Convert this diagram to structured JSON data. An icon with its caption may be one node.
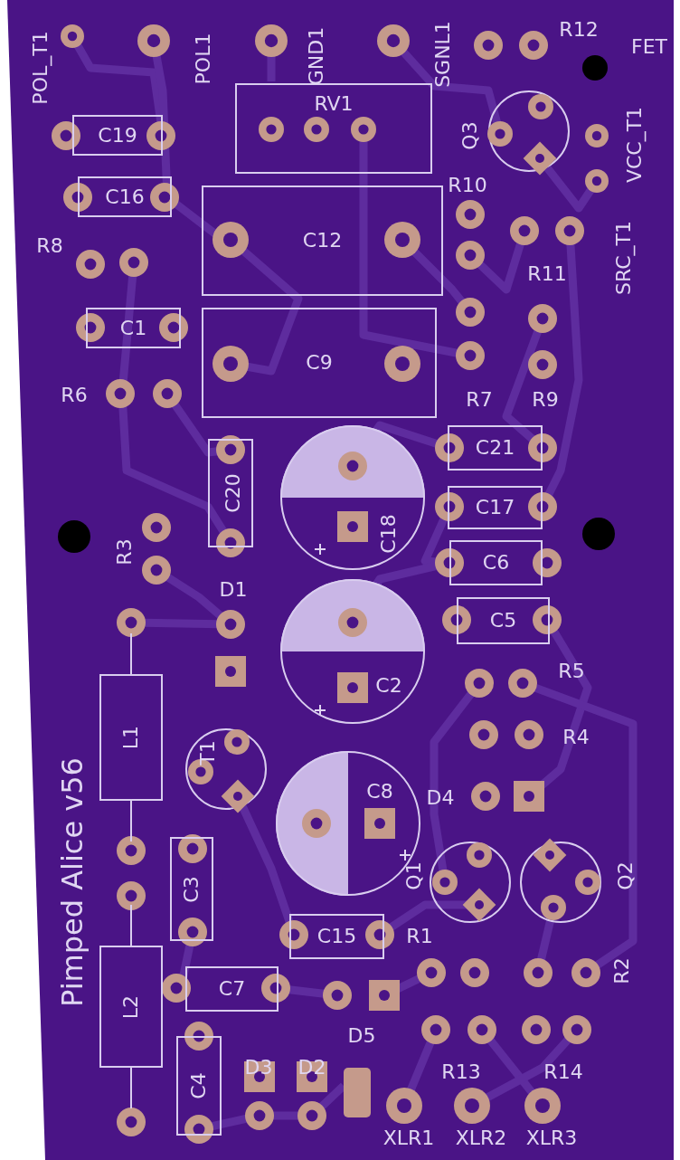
{
  "diagram": {
    "nodes": [
      {
        "text": [
          "RV1"
        ]
      },
      {
        "text": [
          "C19"
        ]
      },
      {
        "text": [
          "C16"
        ]
      },
      {
        "text": [
          "C12"
        ]
      },
      {
        "text": [
          "C1"
        ]
      },
      {
        "text": [
          "C9"
        ]
      },
      {
        "text": [
          "C21"
        ]
      },
      {
        "text": [
          "C20"
        ]
      },
      {
        "text": [
          "C18"
        ]
      },
      {
        "text": [
          "C17"
        ]
      },
      {
        "text": [
          "C6"
        ]
      },
      {
        "text": [
          "C5"
        ]
      },
      {
        "text": [
          "C2"
        ]
      },
      {
        "text": [
          "L1"
        ]
      },
      {
        "text": [
          "C8"
        ]
      },
      {
        "text": [
          "C3"
        ]
      },
      {
        "text": [
          "C15"
        ]
      },
      {
        "text": [
          "L2"
        ]
      },
      {
        "text": [
          "C7"
        ]
      },
      {
        "text": [
          "C4"
        ]
      }
    ],
    "labels": [
      "POL_T1",
      "POL1",
      "GND1",
      "SGNL1",
      "R12",
      "FET",
      "Q3",
      "VCC_T1",
      "R10",
      "R8",
      "SRC_T1",
      "R11",
      "R6",
      "R7",
      "R9",
      "R3",
      "D1",
      "R5",
      "R4",
      "T1",
      "D4",
      "Q1",
      "Q2",
      "R1",
      "Pimped Alice v56",
      "D5",
      "R2",
      "D3",
      "D2",
      "R13",
      "R14",
      "XLR1",
      "XLR2",
      "XLR3"
    ]
  }
}
